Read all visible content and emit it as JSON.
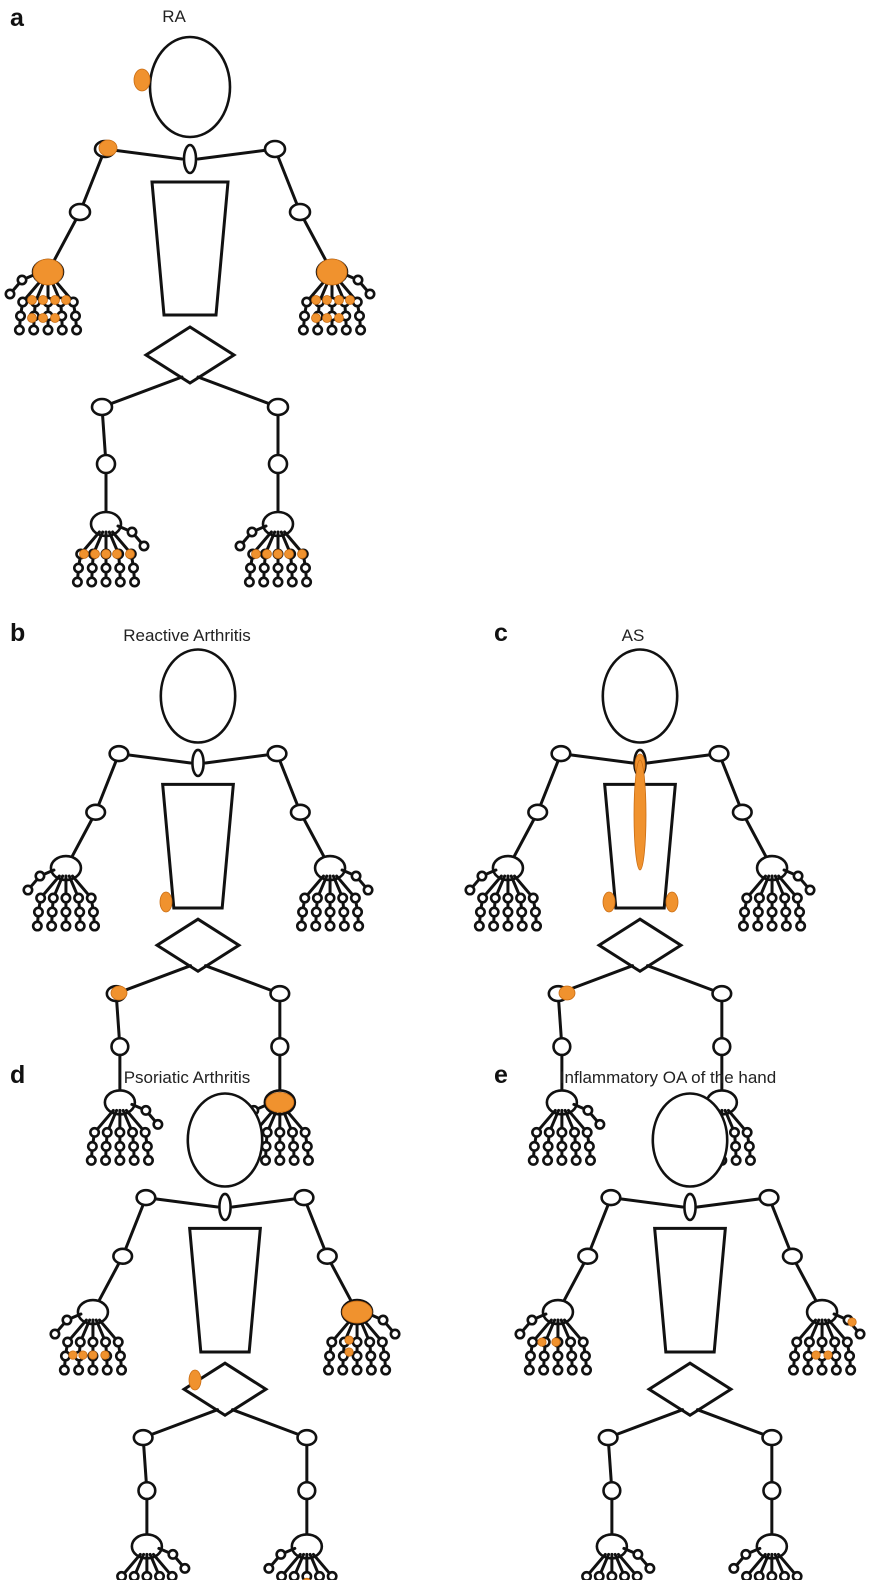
{
  "panels": [
    {
      "letter": "a",
      "title": "RA"
    },
    {
      "letter": "b",
      "title": "Reactive Arthritis"
    },
    {
      "letter": "c",
      "title": "AS"
    },
    {
      "letter": "d",
      "title": "Psoriatic Arthritis"
    },
    {
      "letter": "e",
      "title": "Inflammatory OA of the hand"
    }
  ],
  "colors": {
    "outline": "#111111",
    "joint_fill": "#ffffff",
    "inflamed_joint": "#f0922e"
  }
}
